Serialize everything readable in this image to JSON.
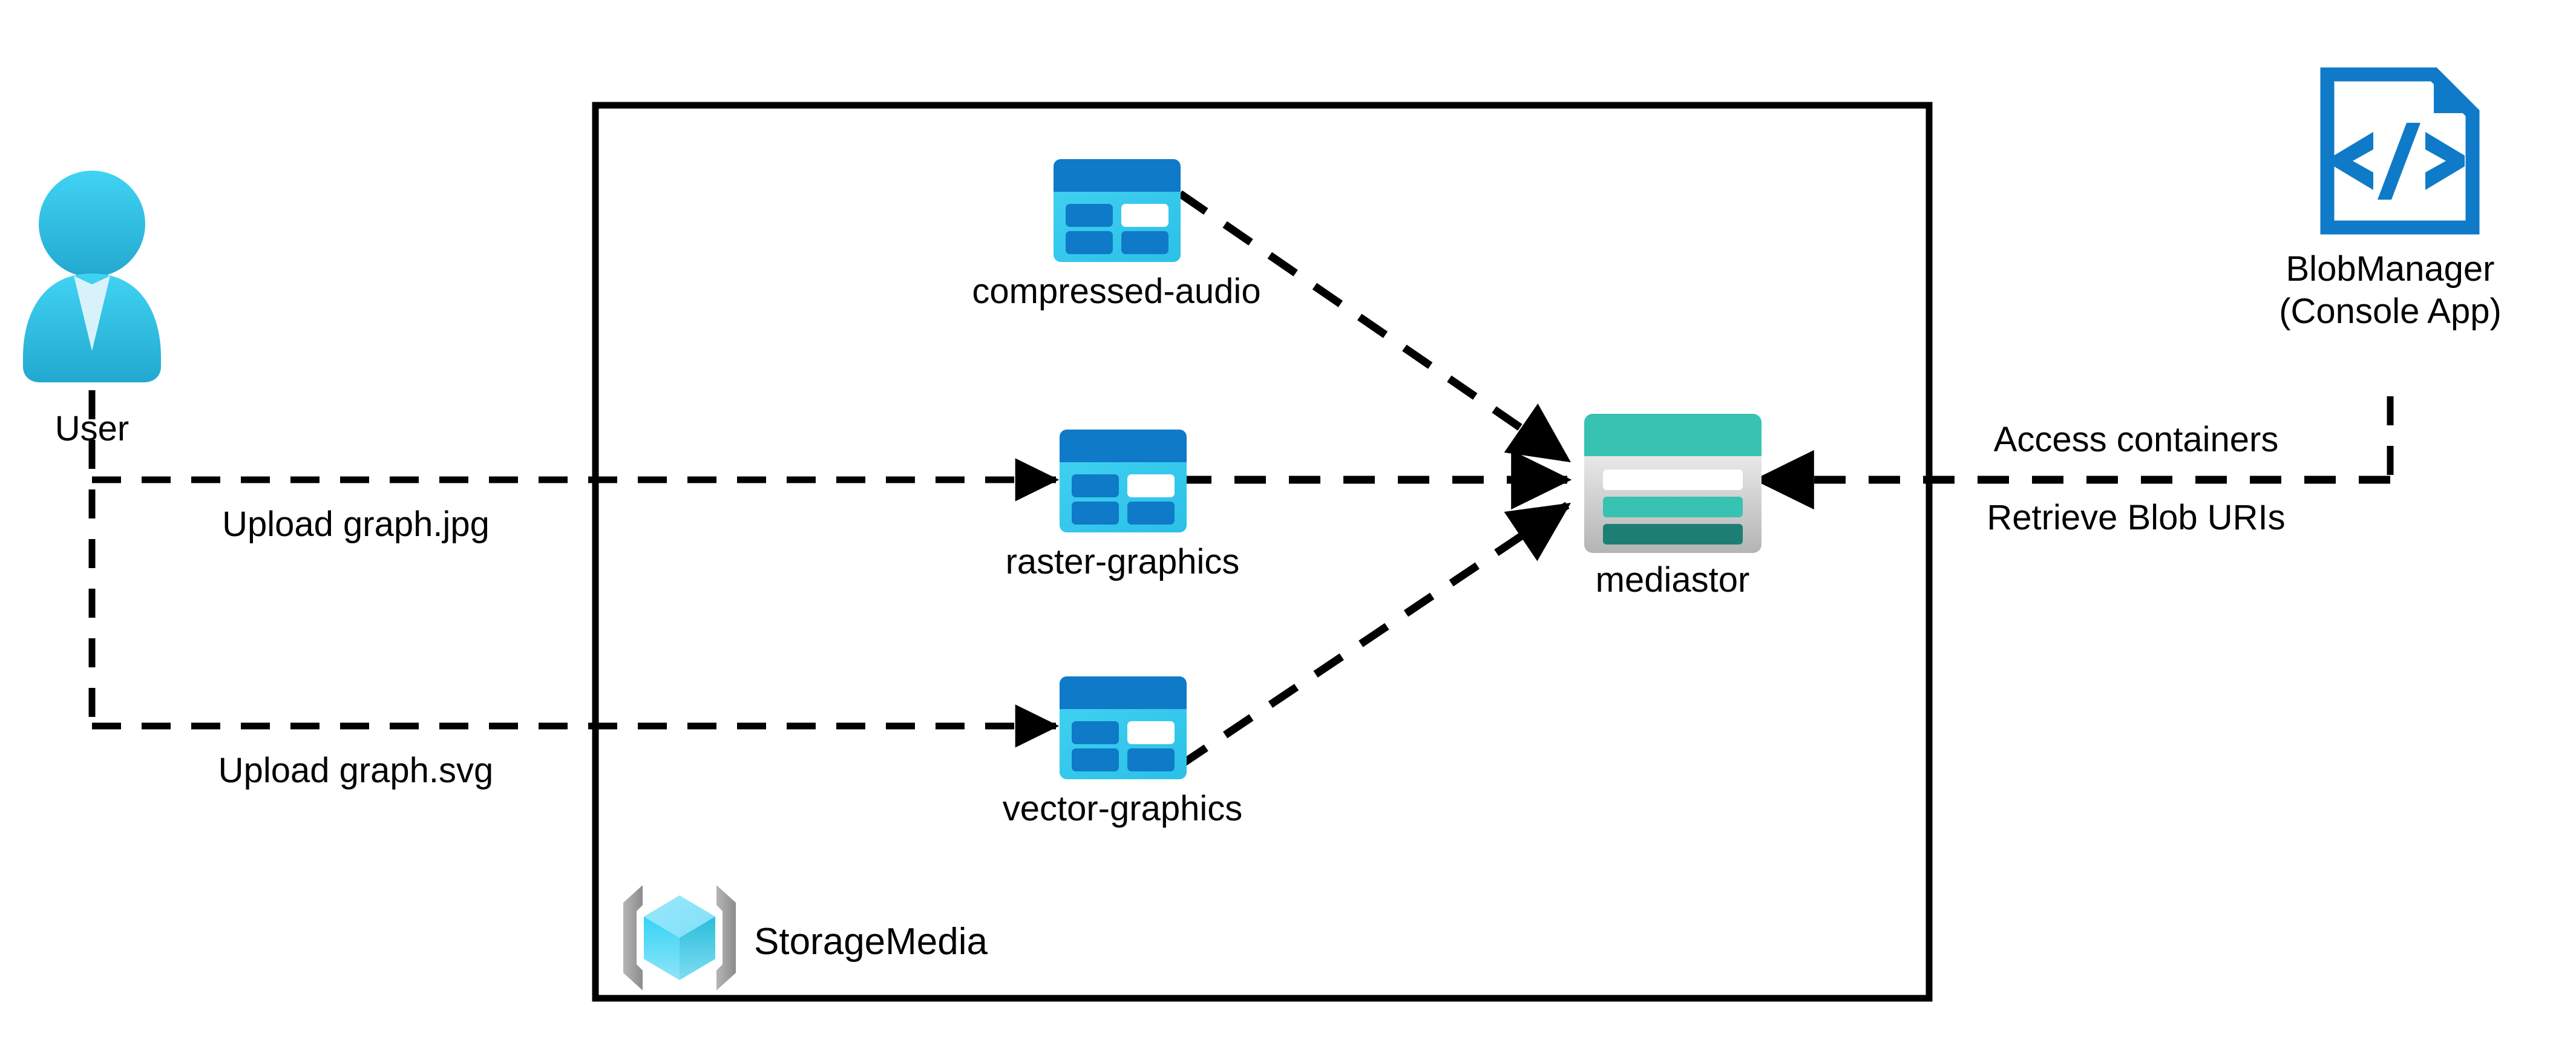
{
  "diagram": {
    "type": "azure-architecture-diagram",
    "title": "",
    "background_color": "#ffffff",
    "line_color": "#000000"
  },
  "actors": {
    "user": {
      "label": "User",
      "icon": "user-icon",
      "icon_color": "#32c5e6"
    },
    "blob_manager": {
      "label_line1": "BlobManager",
      "label_line2": "(Console App)",
      "icon": "code-file-icon",
      "icon_color": "#0f7ac8"
    }
  },
  "resource_group": {
    "label": "StorageMedia",
    "icon": "resource-group-icon",
    "icon_bracket_color": "#949494",
    "icon_cube_color": "#41d3f3",
    "border_color": "#000000"
  },
  "containers": [
    {
      "id": "compressed-audio",
      "label": "compressed-audio",
      "icon": "blob-container-icon",
      "header_color": "#0f7ac8",
      "body_color": "#32c5e6"
    },
    {
      "id": "raster-graphics",
      "label": "raster-graphics",
      "icon": "blob-container-icon",
      "header_color": "#0f7ac8",
      "body_color": "#32c5e6"
    },
    {
      "id": "vector-graphics",
      "label": "vector-graphics",
      "icon": "blob-container-icon",
      "header_color": "#0f7ac8",
      "body_color": "#32c5e6"
    }
  ],
  "storage_account": {
    "id": "mediastor",
    "label": "mediastor",
    "icon": "storage-account-icon",
    "header_color": "#37c2b1",
    "body_color": "#c9c9c9",
    "accent_color": "#37c2b1",
    "accent_dark_color": "#1d7f73"
  },
  "edges": [
    {
      "id": "upload-jpg",
      "label": "Upload graph.jpg",
      "from": "user",
      "to": "raster-graphics",
      "style": "dashed"
    },
    {
      "id": "upload-svg",
      "label": "Upload graph.svg",
      "from": "user",
      "to": "vector-graphics",
      "style": "dashed"
    },
    {
      "id": "access-containers",
      "label": "Access containers",
      "from": "blob-manager",
      "to": "mediastor",
      "style": "dashed"
    },
    {
      "id": "retrieve-blob-uris",
      "label": "Retrieve Blob URIs",
      "from": "mediastor",
      "to": "blob-manager",
      "style": "dashed"
    },
    {
      "id": "compressed-audio-to-mediastor",
      "label": "",
      "from": "compressed-audio",
      "to": "mediastor",
      "style": "dashed"
    },
    {
      "id": "raster-graphics-to-mediastor",
      "label": "",
      "from": "raster-graphics",
      "to": "mediastor",
      "style": "dashed"
    },
    {
      "id": "vector-graphics-to-mediastor",
      "label": "",
      "from": "vector-graphics",
      "to": "mediastor",
      "style": "dashed"
    }
  ]
}
